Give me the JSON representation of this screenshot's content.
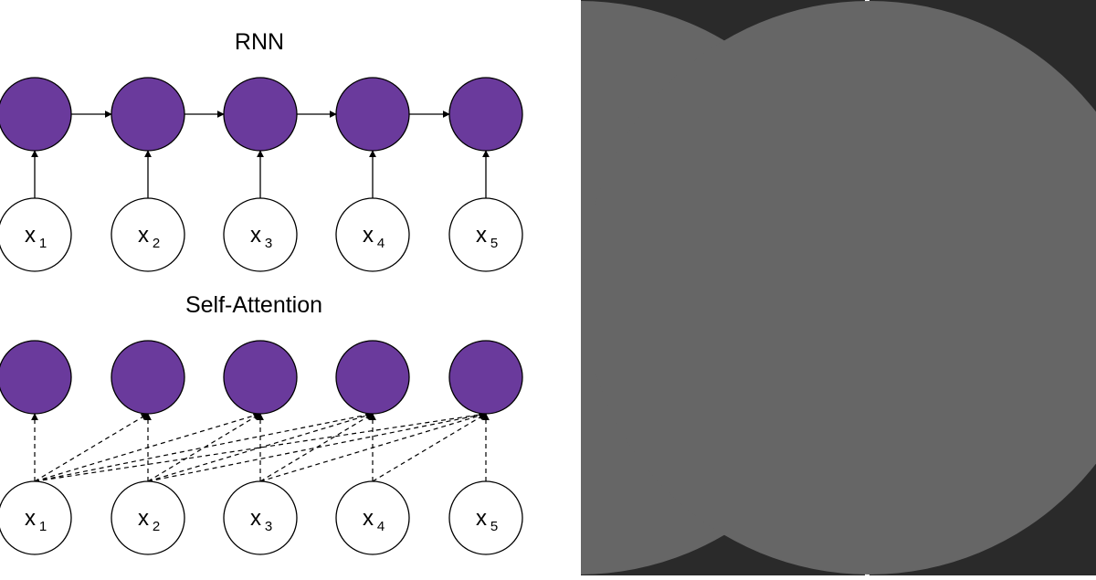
{
  "sections": [
    {
      "id": "rnn",
      "title": "RNN",
      "connection": "sequential",
      "inputs": [
        {
          "label": "x",
          "sub": "1"
        },
        {
          "label": "x",
          "sub": "2"
        },
        {
          "label": "x",
          "sub": "3"
        },
        {
          "label": "x",
          "sub": "4"
        },
        {
          "label": "x",
          "sub": "5"
        }
      ]
    },
    {
      "id": "self-attention",
      "title": "Self-Attention",
      "connection": "causal-all-to-all",
      "inputs": [
        {
          "label": "x",
          "sub": "1"
        },
        {
          "label": "x",
          "sub": "2"
        },
        {
          "label": "x",
          "sub": "3"
        },
        {
          "label": "x",
          "sub": "4"
        },
        {
          "label": "x",
          "sub": "5"
        }
      ]
    }
  ],
  "colors": {
    "hidden_node_fill": "#6a3a9c",
    "input_node_fill": "#ffffff",
    "stroke": "#000000",
    "panel_dark": "#2a2a2a",
    "panel_circle": "#666666",
    "divider": "#ffffff"
  }
}
